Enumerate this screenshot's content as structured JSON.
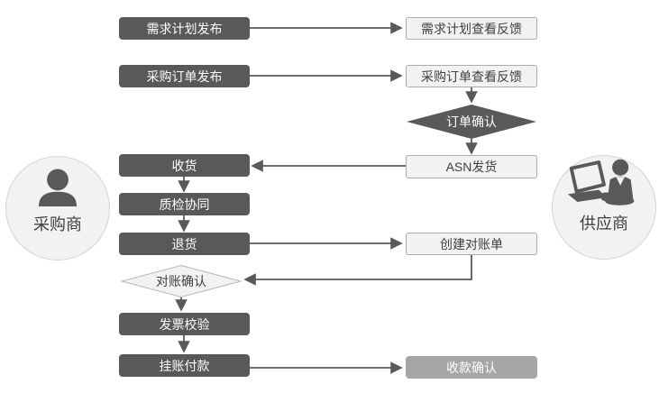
{
  "diagram_name": "procurement-collaboration-flow",
  "actors": {
    "buyer": {
      "label": "采购商",
      "icon": "person-icon"
    },
    "supplier": {
      "label": "供应商",
      "icon": "person-laptop-icon"
    }
  },
  "buyer_lane": {
    "demand_plan_publish": {
      "label": "需求计划发布"
    },
    "po_publish": {
      "label": "采购订单发布"
    },
    "receive_goods": {
      "label": "收货"
    },
    "quality_inspection_collab": {
      "label": "质检协同"
    },
    "return_goods": {
      "label": "退货"
    },
    "reconciliation_confirm": {
      "label": "对账确认"
    },
    "invoice_verification": {
      "label": "发票校验"
    },
    "booked_payment": {
      "label": "挂账付款"
    }
  },
  "supplier_lane": {
    "demand_plan_view_feedback": {
      "label": "需求计划查看反馈"
    },
    "po_view_feedback": {
      "label": "采购订单查看反馈"
    },
    "order_confirm": {
      "label": "订单确认"
    },
    "asn_shipping": {
      "label": "ASN发货"
    },
    "create_reconciliation": {
      "label": "创建对账单"
    },
    "payment_receipt_confirm": {
      "label": "收款确认"
    }
  },
  "colors": {
    "dark_node_fill": "#595959",
    "light_node_fill": "#f2f2f2",
    "light_node_border": "#ababab",
    "inactive_node_fill": "#a6a6a6",
    "connector": "#595959",
    "text_on_dark": "#ffffff",
    "text_on_light": "#404040",
    "actor_circle_fill": "#f2f2f2",
    "actor_circle_border": "#d4d4d4"
  }
}
